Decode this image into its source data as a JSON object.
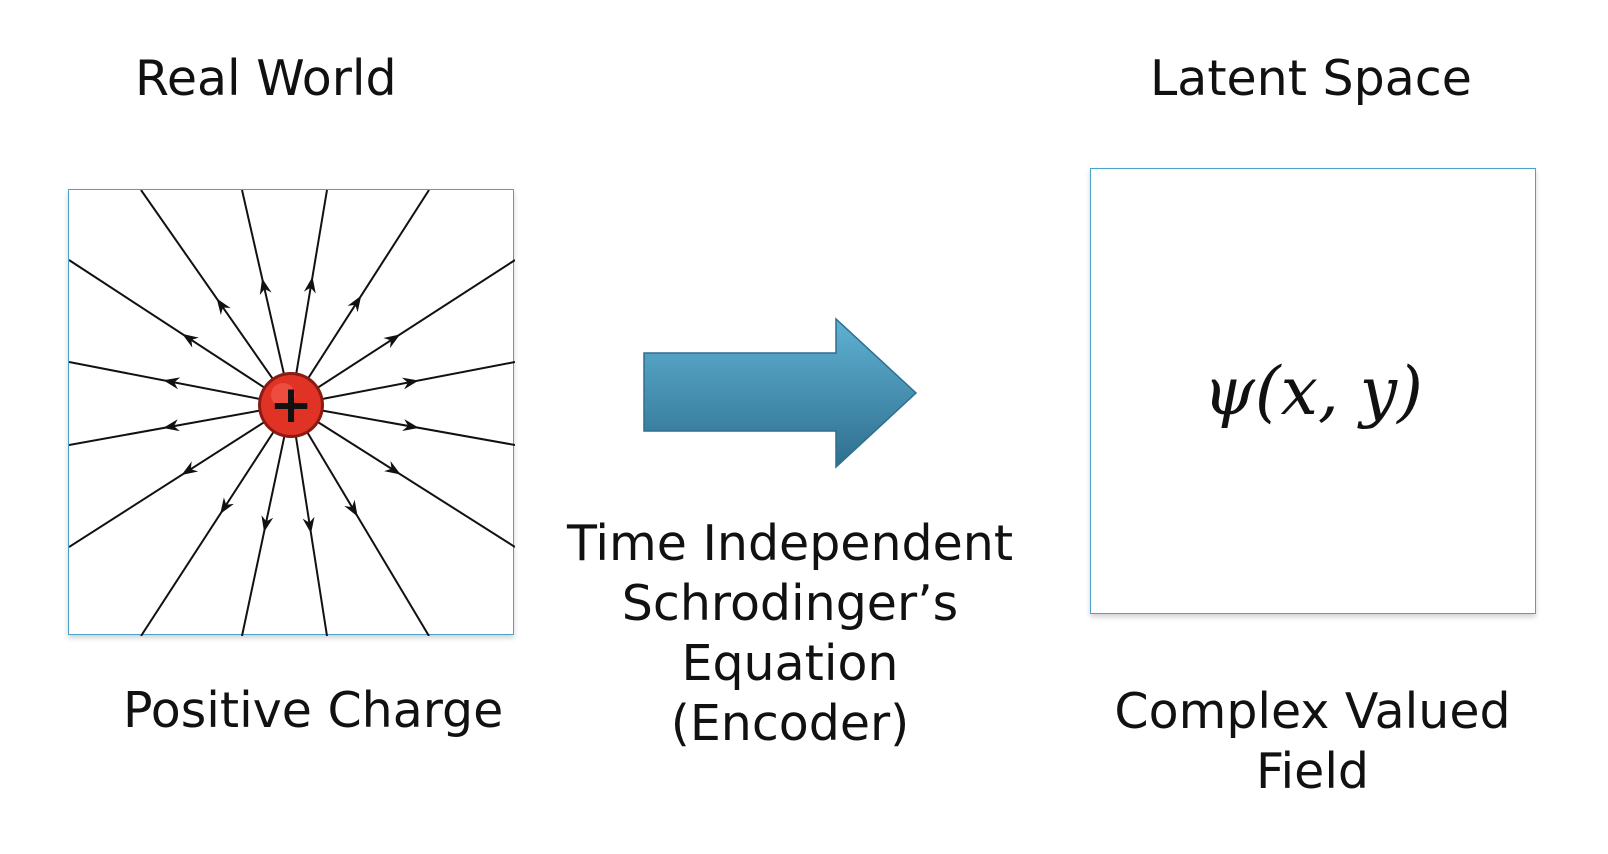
{
  "left": {
    "title": "Real World",
    "caption": "Positive Charge",
    "charge_symbol": "+",
    "charge_color": "#e03326"
  },
  "middle": {
    "caption_lines": [
      "Time Independent",
      "Schrodinger’s",
      "Equation",
      "(Encoder)"
    ],
    "arrow_color": "#3f8fb5"
  },
  "right": {
    "title": "Latent Space",
    "formula": "ψ(x, y)",
    "caption_lines": [
      "Complex Valued",
      "Field"
    ]
  },
  "panel_border_color": "#4aa3c8"
}
